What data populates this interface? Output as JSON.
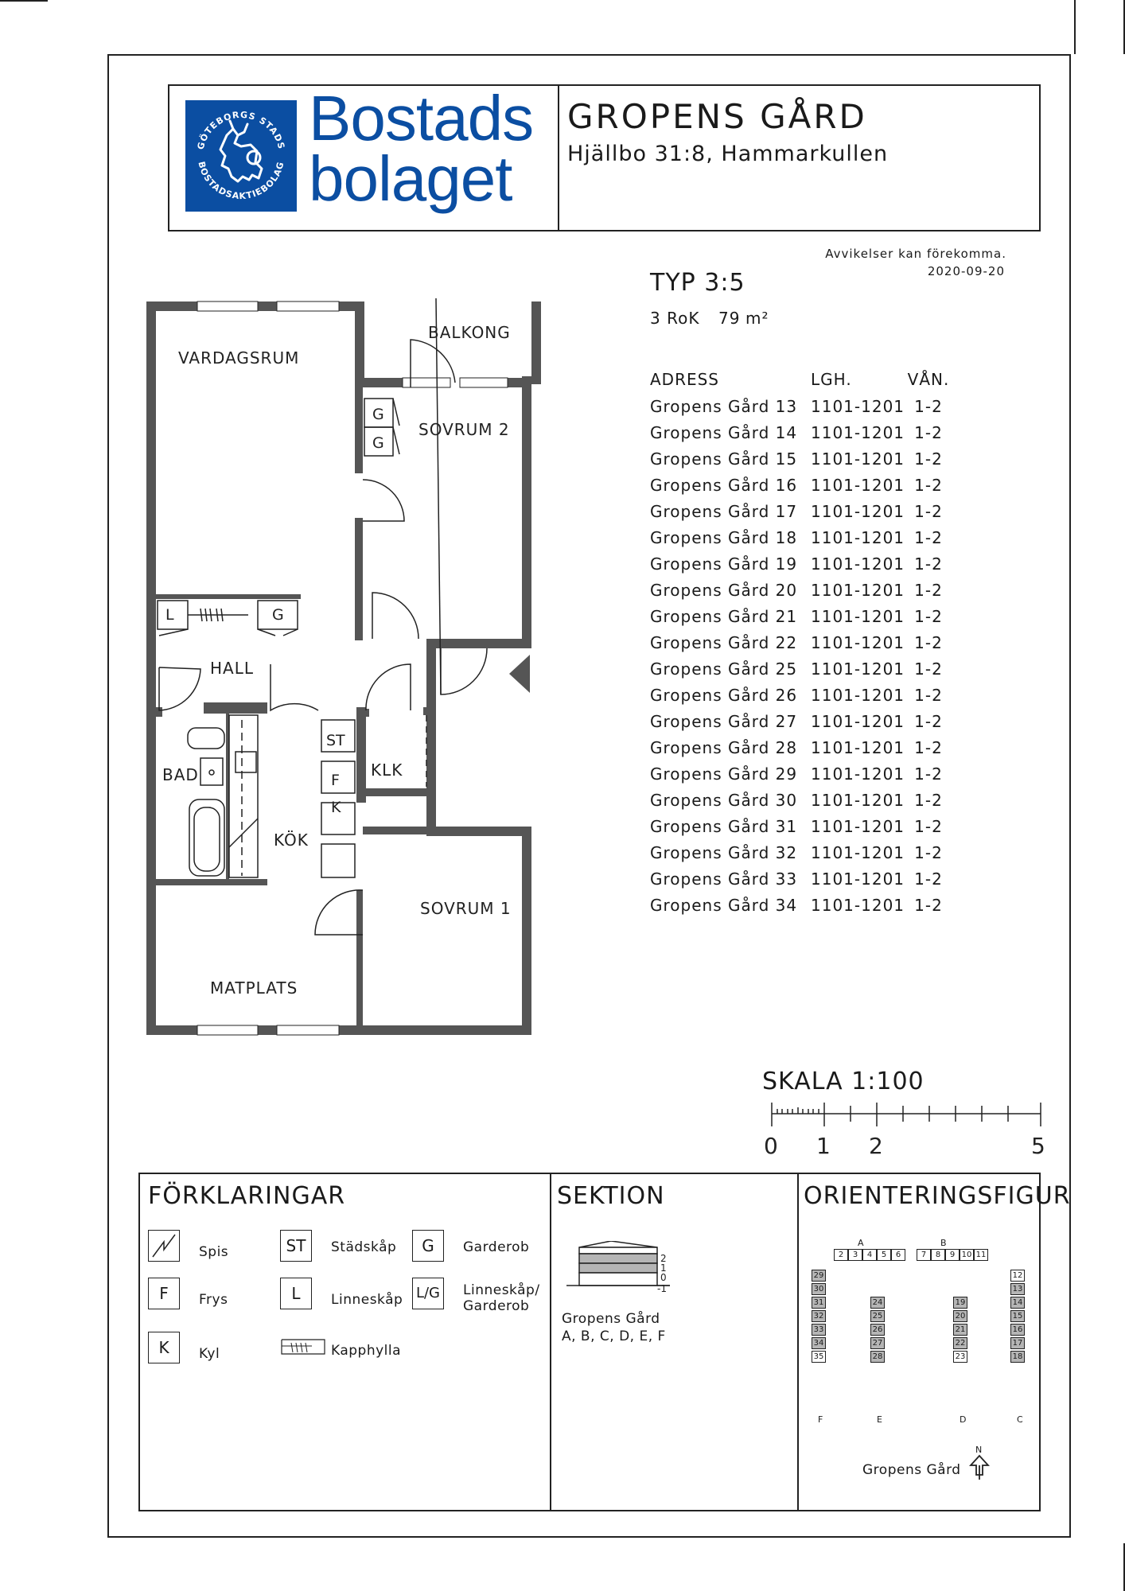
{
  "header": {
    "logo_ring_top": "GÖTEBORGS STADS",
    "logo_ring_bottom": "BOSTADSAKTIEBOLAG",
    "logo_line1": "Bostads",
    "logo_line2": "bolaget",
    "title": "GROPENS GÅRD",
    "subtitle": "Hjällbo 31:8, Hammarkullen"
  },
  "notice": "Avvikelser kan förekomma.",
  "date": "2020-09-20",
  "typ": "TYP 3:5",
  "rok": "3 RoK",
  "area_value": "79",
  "area_unit": "m²",
  "address_table": {
    "headers": [
      "ADRESS",
      "LGH.",
      "VÅN."
    ],
    "rows": [
      [
        "Gropens Gård 13",
        "1101-1201",
        "1-2"
      ],
      [
        "Gropens Gård 14",
        "1101-1201",
        "1-2"
      ],
      [
        "Gropens Gård 15",
        "1101-1201",
        "1-2"
      ],
      [
        "Gropens Gård 16",
        "1101-1201",
        "1-2"
      ],
      [
        "Gropens Gård 17",
        "1101-1201",
        "1-2"
      ],
      [
        "Gropens Gård 18",
        "1101-1201",
        "1-2"
      ],
      [
        "Gropens Gård 19",
        "1101-1201",
        "1-2"
      ],
      [
        "Gropens Gård 20",
        "1101-1201",
        "1-2"
      ],
      [
        "Gropens Gård 21",
        "1101-1201",
        "1-2"
      ],
      [
        "Gropens Gård 22",
        "1101-1201",
        "1-2"
      ],
      [
        "Gropens Gård 25",
        "1101-1201",
        "1-2"
      ],
      [
        "Gropens Gård 26",
        "1101-1201",
        "1-2"
      ],
      [
        "Gropens Gård 27",
        "1101-1201",
        "1-2"
      ],
      [
        "Gropens Gård 28",
        "1101-1201",
        "1-2"
      ],
      [
        "Gropens Gård 29",
        "1101-1201",
        "1-2"
      ],
      [
        "Gropens Gård 30",
        "1101-1201",
        "1-2"
      ],
      [
        "Gropens Gård 31",
        "1101-1201",
        "1-2"
      ],
      [
        "Gropens Gård 32",
        "1101-1201",
        "1-2"
      ],
      [
        "Gropens Gård 33",
        "1101-1201",
        "1-2"
      ],
      [
        "Gropens Gård 34",
        "1101-1201",
        "1-2"
      ]
    ]
  },
  "rooms": {
    "vardagsrum": "VARDAGSRUM",
    "balkong": "BALKONG",
    "sovrum2": "SOVRUM 2",
    "hall": "HALL",
    "bad": "BAD",
    "kok": "KÖK",
    "klk": "KLK",
    "sovrum1": "SOVRUM 1",
    "matplats": "MATPLATS"
  },
  "plan_symbols": {
    "g": "G",
    "l": "L",
    "st": "ST",
    "f": "F",
    "k": "K"
  },
  "scale": {
    "title": "SKALA 1:100",
    "labels": [
      "0",
      "1",
      "2",
      "5"
    ]
  },
  "legend": {
    "heading": "FÖRKLARINGAR",
    "items": {
      "spis": "Spis",
      "stadskap": "Städskåp",
      "garderob": "Garderob",
      "frys": "Frys",
      "linneskap": "Linneskåp",
      "linneskap_garderob_1": "Linneskåp/",
      "linneskap_garderob_2": "Garderob",
      "kyl": "Kyl",
      "kapphylla": "Kapphylla"
    },
    "symbols": {
      "st": "ST",
      "g": "G",
      "f": "F",
      "l": "L",
      "lg": "L/G",
      "k": "K"
    }
  },
  "section": {
    "heading": "SEKTION",
    "floors": [
      "2",
      "1",
      "0",
      "-1"
    ],
    "caption1": "Gropens Gård",
    "caption2": "A, B, C, D, E, F"
  },
  "orientation": {
    "heading": "ORIENTERINGSFIGUR",
    "block_a": "A",
    "block_b": "B",
    "row_a": [
      "2",
      "3",
      "4",
      "5",
      "6"
    ],
    "row_b": [
      "7",
      "8",
      "9",
      "10",
      "11"
    ],
    "col_f": [
      "29",
      "30",
      "31",
      "32",
      "33",
      "34",
      "35"
    ],
    "col_e": [
      "24",
      "25",
      "26",
      "27",
      "28"
    ],
    "col_d": [
      "19",
      "20",
      "21",
      "22",
      "23"
    ],
    "col_c": [
      "12",
      "13",
      "14",
      "15",
      "16",
      "17",
      "18"
    ],
    "label_f": "F",
    "label_e": "E",
    "label_d": "D",
    "label_c": "C",
    "north": "N",
    "caption": "Gropens Gård"
  },
  "colors": {
    "brand_blue": "#0b4ea2",
    "wall": "#555555",
    "highlight_gray": "#b5b5b5"
  }
}
